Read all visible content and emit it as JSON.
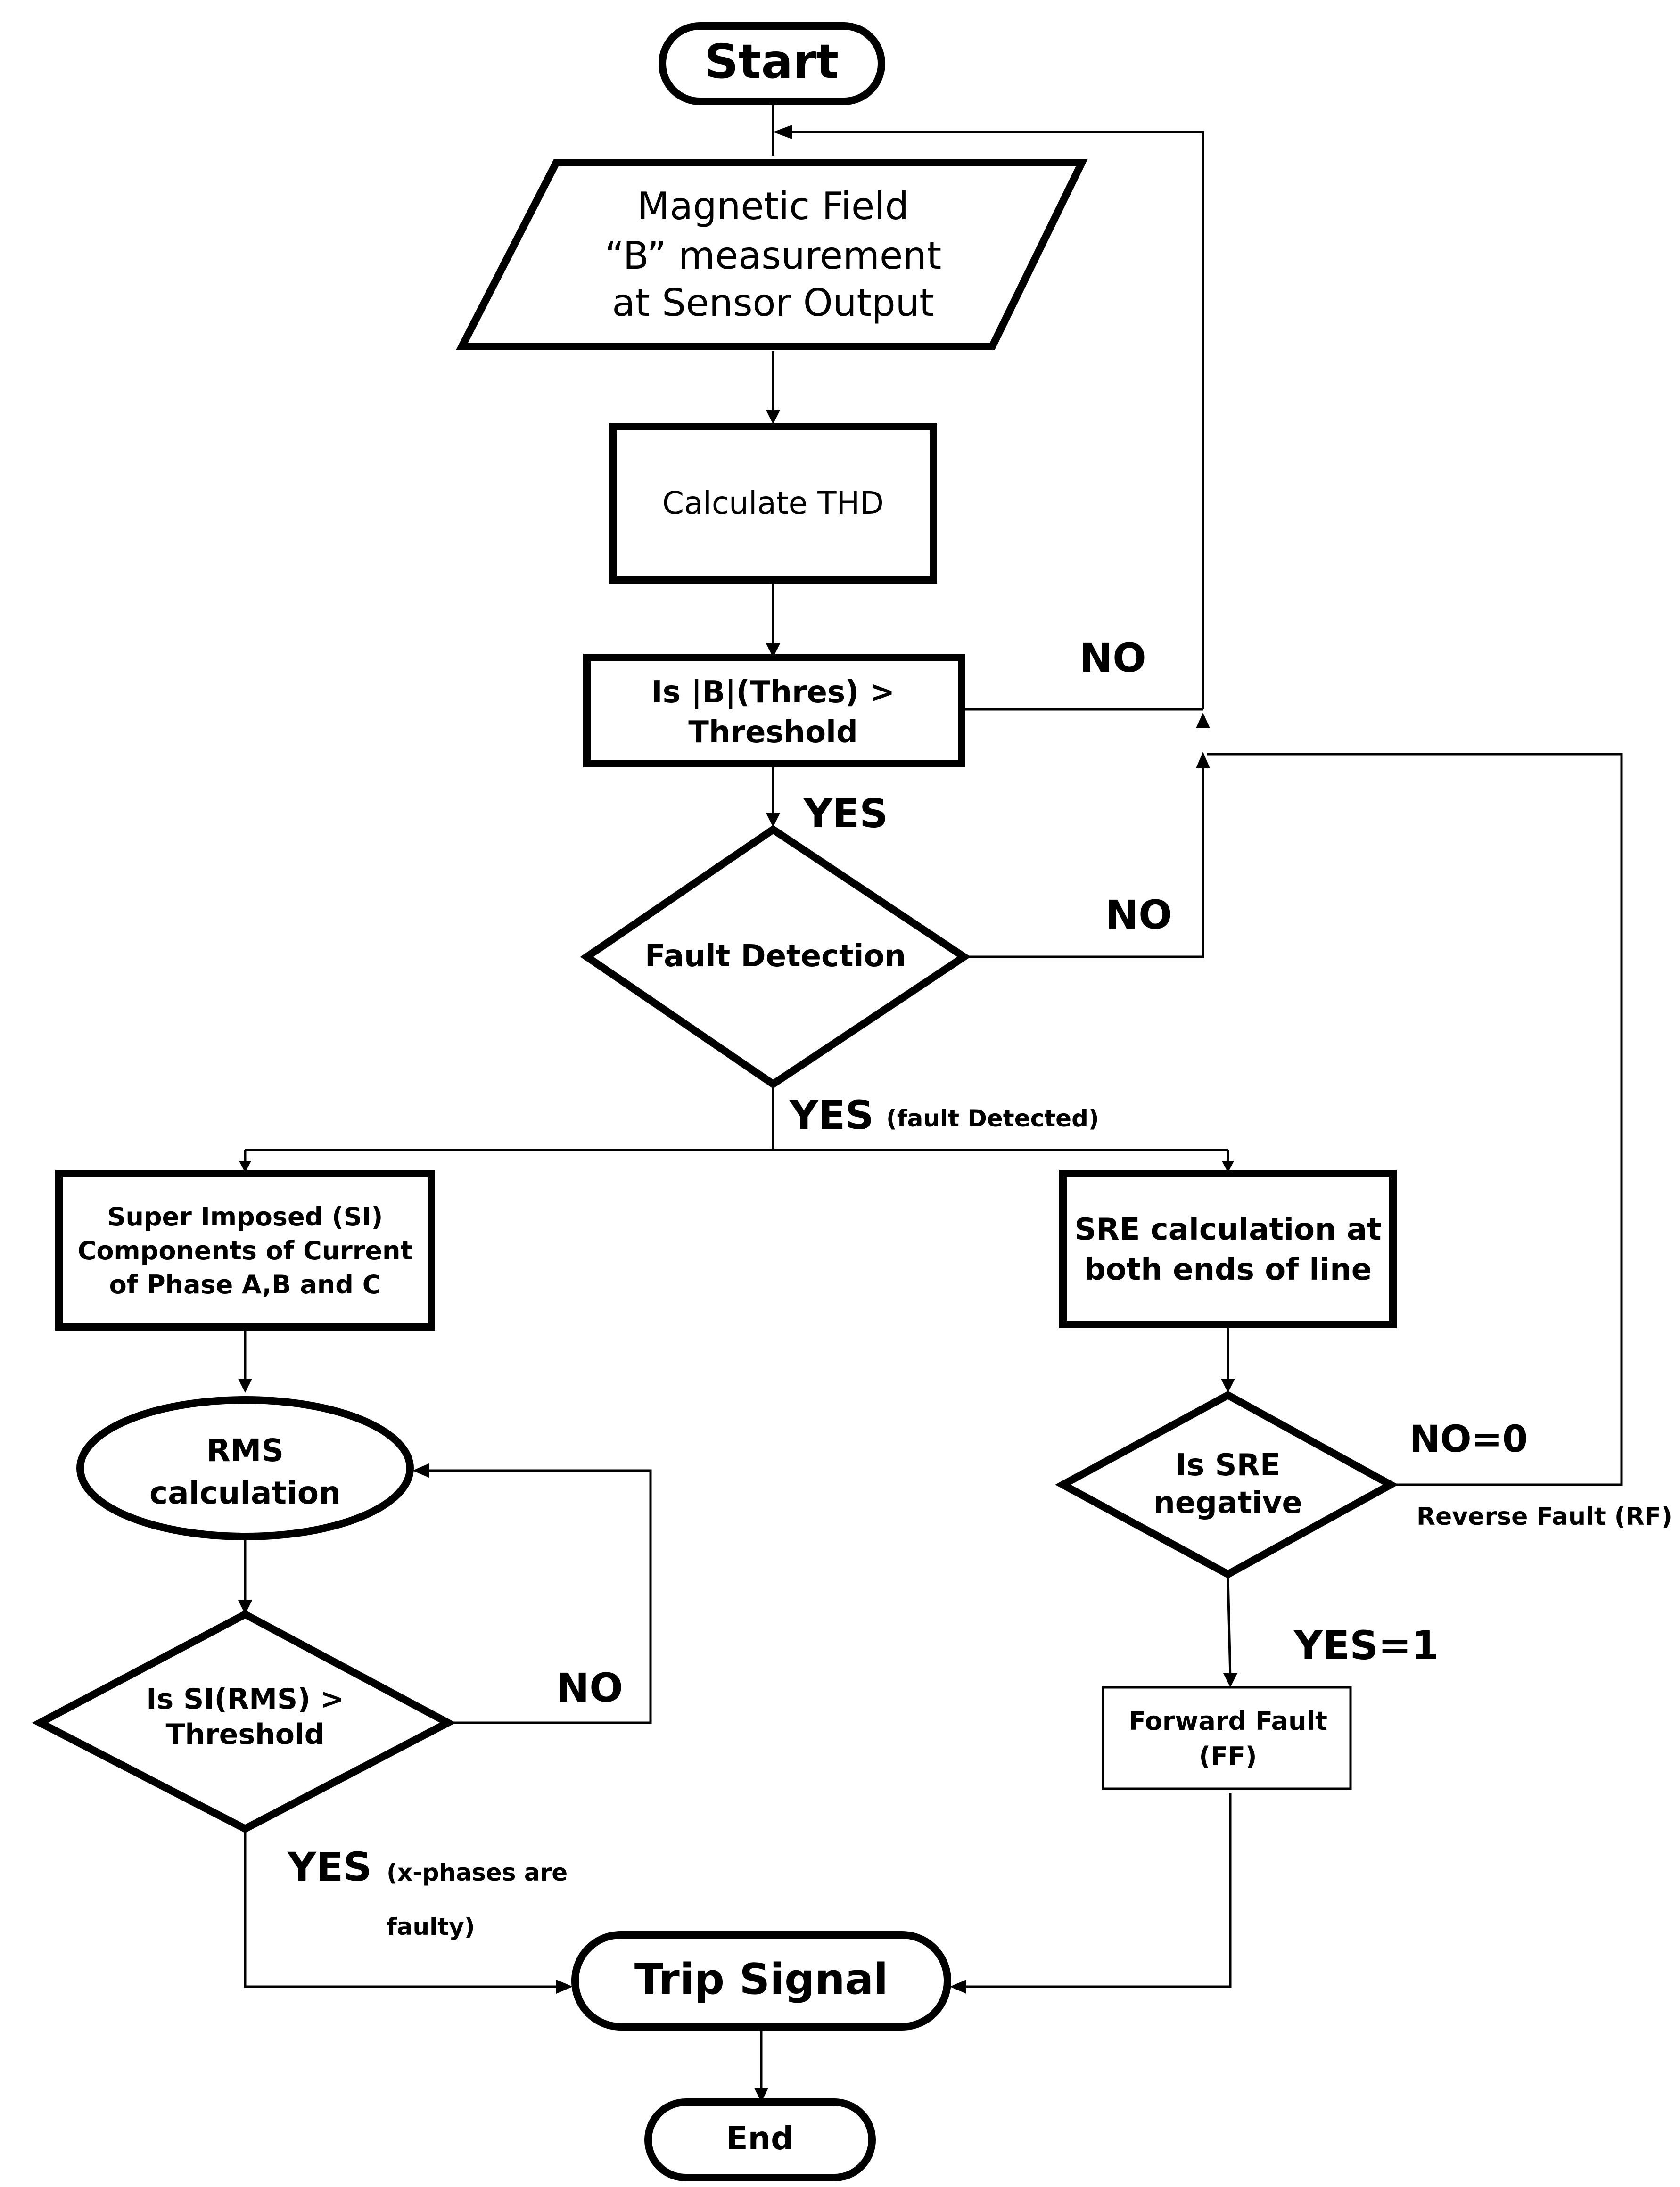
{
  "nodes": {
    "start": "Start",
    "magnetic": [
      "Magnetic Field",
      "“B” measurement",
      "at Sensor Output"
    ],
    "thd": "Calculate THD",
    "threshold_check": [
      "Is |B|(Thres) >",
      "Threshold"
    ],
    "fault_detection": "Fault Detection",
    "si_components": [
      "Super Imposed (SI)",
      "Components of Current",
      "of Phase A,B and C"
    ],
    "sre_calc": [
      "SRE calculation at",
      "both ends of line"
    ],
    "rms": [
      "RMS",
      "calculation"
    ],
    "sre_negative": [
      "Is SRE",
      "negative"
    ],
    "si_threshold": [
      "Is SI(RMS) >",
      "Threshold"
    ],
    "forward_fault": [
      "Forward Fault",
      "(FF)"
    ],
    "trip": "Trip Signal",
    "end": "End"
  },
  "labels": {
    "no_threshold": "NO",
    "yes_threshold": "YES",
    "no_fault": "NO",
    "yes_fault": "YES",
    "yes_fault_note": "(fault Detected)",
    "no_zero": "NO=0",
    "reverse_fault": "Reverse Fault (RF)",
    "yes_one": "YES=1",
    "no_rms": "NO",
    "yes_rms": "YES",
    "yes_rms_note_1": "(x-phases are",
    "yes_rms_note_2": "faulty)"
  }
}
